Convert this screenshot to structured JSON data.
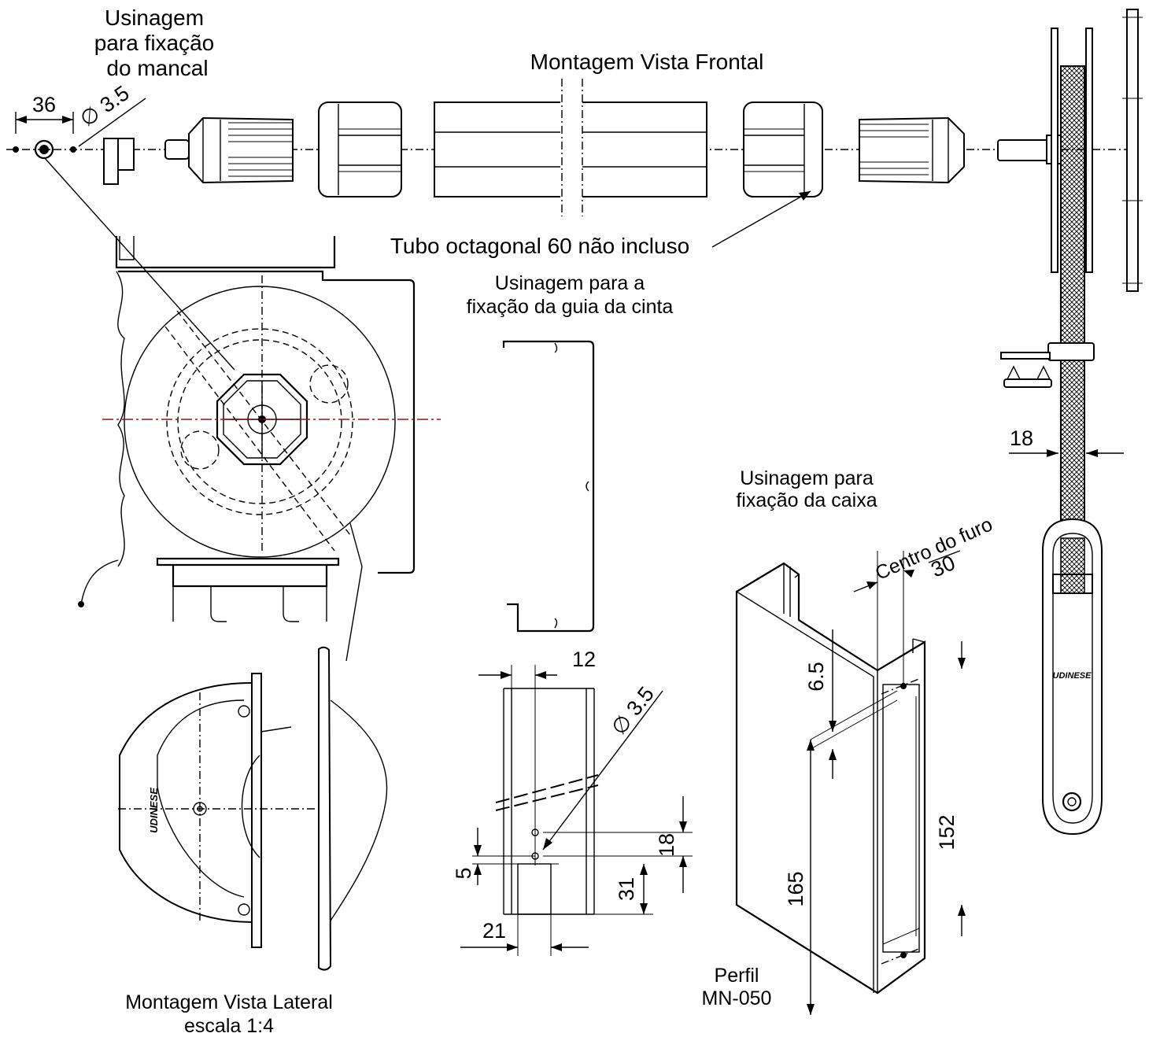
{
  "labels": {
    "usinagem_mancal": [
      "Usinagem",
      "para fixação",
      "do mancal"
    ],
    "montagem_frontal": "Montagem Vista Frontal",
    "tubo": "Tubo octagonal 60 não incluso",
    "usinagem_guia": [
      "Usinagem para a",
      "fixação da guia da cinta"
    ],
    "usinagem_caixa": [
      "Usinagem para",
      "fixação da caixa"
    ],
    "centro_furo": "Centro do furo",
    "montagem_lateral": [
      "Montagem Vista Lateral",
      "escala 1:4"
    ],
    "perfil": [
      "Perfil",
      "MN-050"
    ],
    "brand": "UDINESE"
  },
  "dimensions": {
    "d36": "36",
    "dia35_top": "∅ 3.5",
    "d18_right": "18",
    "d12": "12",
    "dia35_mid": "∅ 3.5",
    "d18_mid": "18",
    "d5": "5",
    "d31": "31",
    "d21": "21",
    "d30": "30",
    "d65": "6.5",
    "d165": "165",
    "d152": "152"
  },
  "colors": {
    "line": "#000000",
    "centerline_red": "#8b1a1a",
    "background": "#ffffff"
  }
}
